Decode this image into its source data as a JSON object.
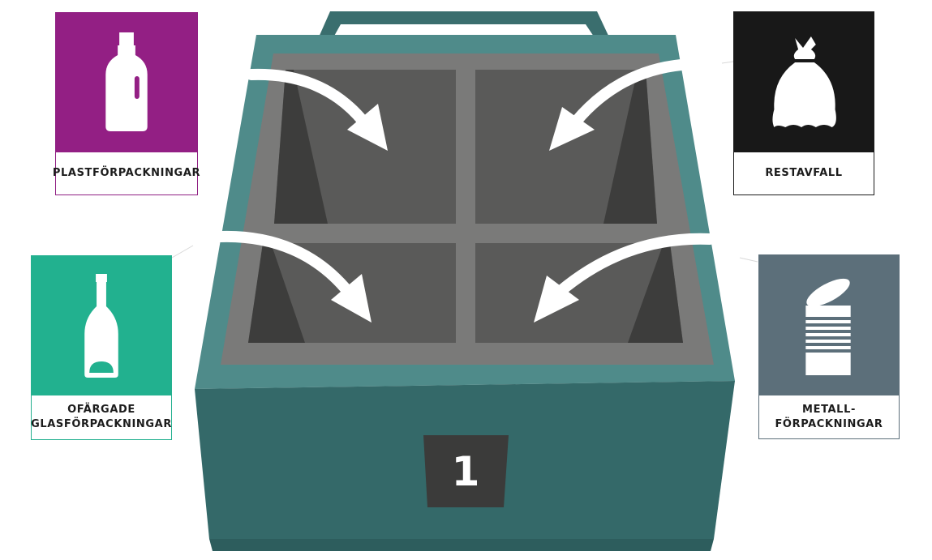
{
  "labels": {
    "plastic": "PLASTFÖRPACKNINGAR",
    "rest": "RESTAVFALL",
    "glass": "OFÄRGADE\nGLASFÖRPACKNINGAR",
    "metal": "METALL-\nFÖRPACKNINGAR"
  },
  "icons": {
    "plastic": "plastic-bottle-icon",
    "rest": "trash-bag-icon",
    "glass": "glass-bottle-icon",
    "metal": "metal-can-icon"
  },
  "bin": {
    "number": "1"
  },
  "colors": {
    "plastic": "#931f84",
    "rest": "#181818",
    "glass": "#22b18f",
    "metal": "#5c6f7a",
    "bin_body": "#336868",
    "bin_rim": "#4e8b8a",
    "compartment": "#5a5a59",
    "divider": "#7b7b7a"
  }
}
